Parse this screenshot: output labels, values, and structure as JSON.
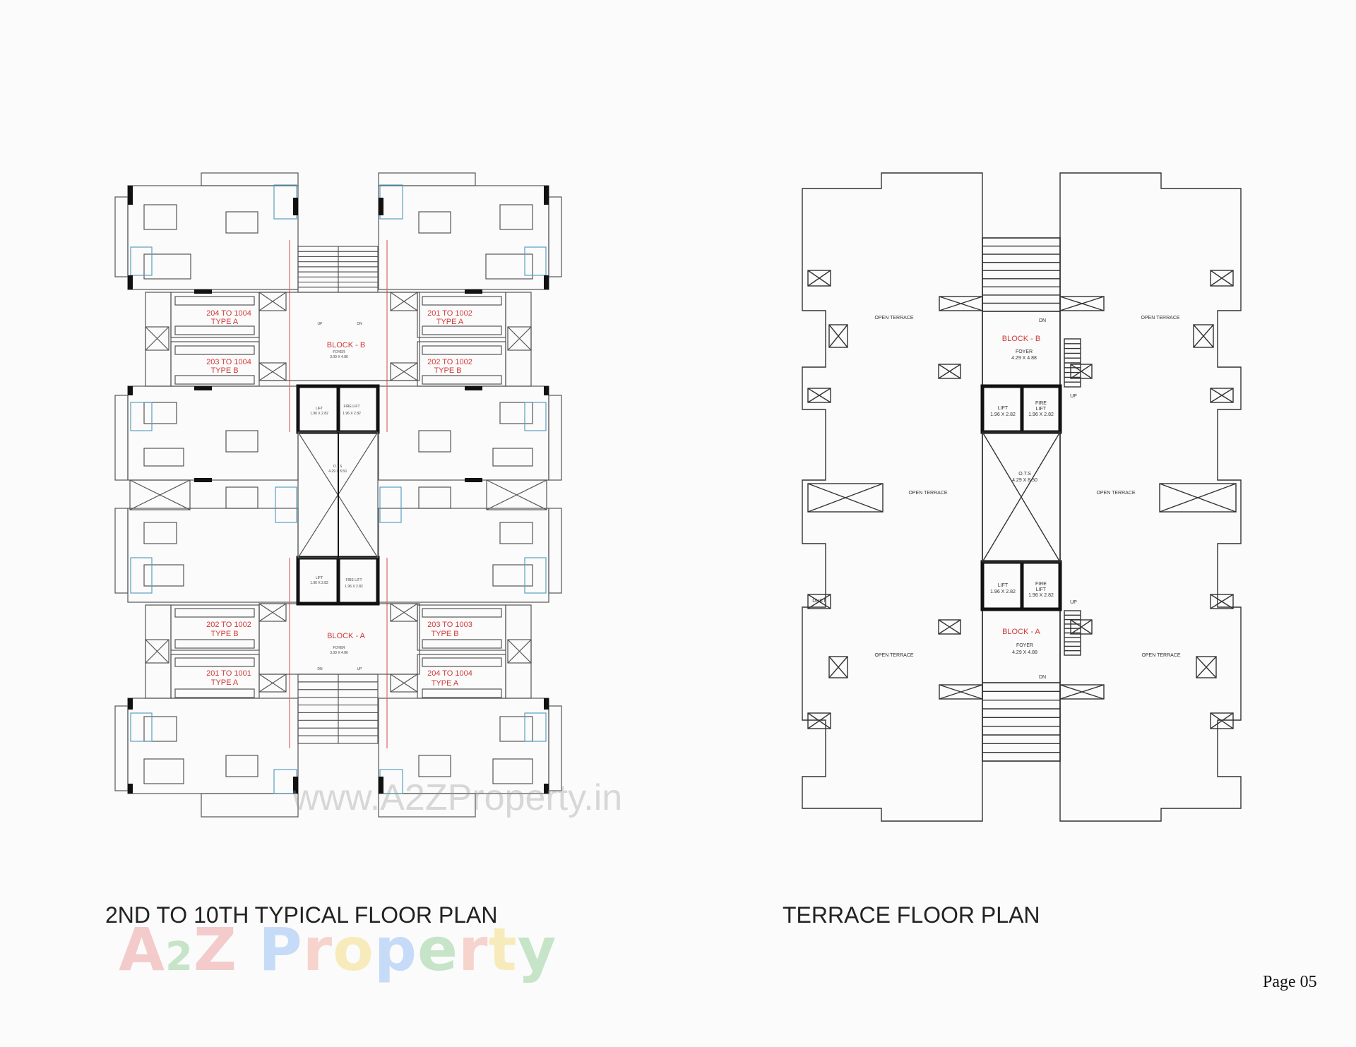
{
  "typical_plan": {
    "title": "2ND TO 10TH TYPICAL FLOOR PLAN",
    "block_b": {
      "name": "BLOCK - B",
      "foyer": "FOYER",
      "foyer_size": "3.09 X 4.86",
      "up": "UP",
      "dn": "DN"
    },
    "block_a": {
      "name": "BLOCK - A",
      "foyer": "FOYER",
      "foyer_size": "3.09 X 4.86",
      "up": "UP",
      "dn": "DN"
    },
    "lift": "LIFT",
    "fire_lift": "FIRE LIFT",
    "lift_size": "1.96 X 2.82",
    "ots": "O.T.S",
    "ots_size": "4.29 X 8.50",
    "units": [
      {
        "range": "204 TO 1004",
        "type": "TYPE A"
      },
      {
        "range": "203 TO 1004",
        "type": "TYPE B"
      },
      {
        "range": "201 TO 1002",
        "type": "TYPE A"
      },
      {
        "range": "202 TO 1002",
        "type": "TYPE B"
      },
      {
        "range": "202 TO 1002",
        "type": "TYPE B"
      },
      {
        "range": "203 TO 1003",
        "type": "TYPE B"
      },
      {
        "range": "201 TO 1001",
        "type": "TYPE A"
      },
      {
        "range": "204 TO 1004",
        "type": "TYPE A"
      }
    ],
    "label_color": "#d23a3a"
  },
  "terrace_plan": {
    "title": "TERRACE FLOOR PLAN",
    "open_terrace": "OPEN TERRACE",
    "block_b": {
      "name": "BLOCK - B",
      "foyer": "FOYER",
      "foyer_size": "4.29 X 4.88"
    },
    "block_a": {
      "name": "BLOCK - A",
      "foyer": "FOYER",
      "foyer_size": "4.29 X 4.88"
    },
    "lift": "LIFT",
    "fire": "FIRE",
    "fire_lift_word": "LIFT",
    "lift_size": "1.96 X 2.82",
    "ots": "O.T.S",
    "ots_size": "4.29 X 8.50",
    "up": "UP",
    "dn": "DN",
    "duct": "DUCT"
  },
  "footer": {
    "page": "Page 05"
  },
  "watermark": {
    "url": "www.A2ZProperty.in",
    "logo": "A2Z Property"
  }
}
